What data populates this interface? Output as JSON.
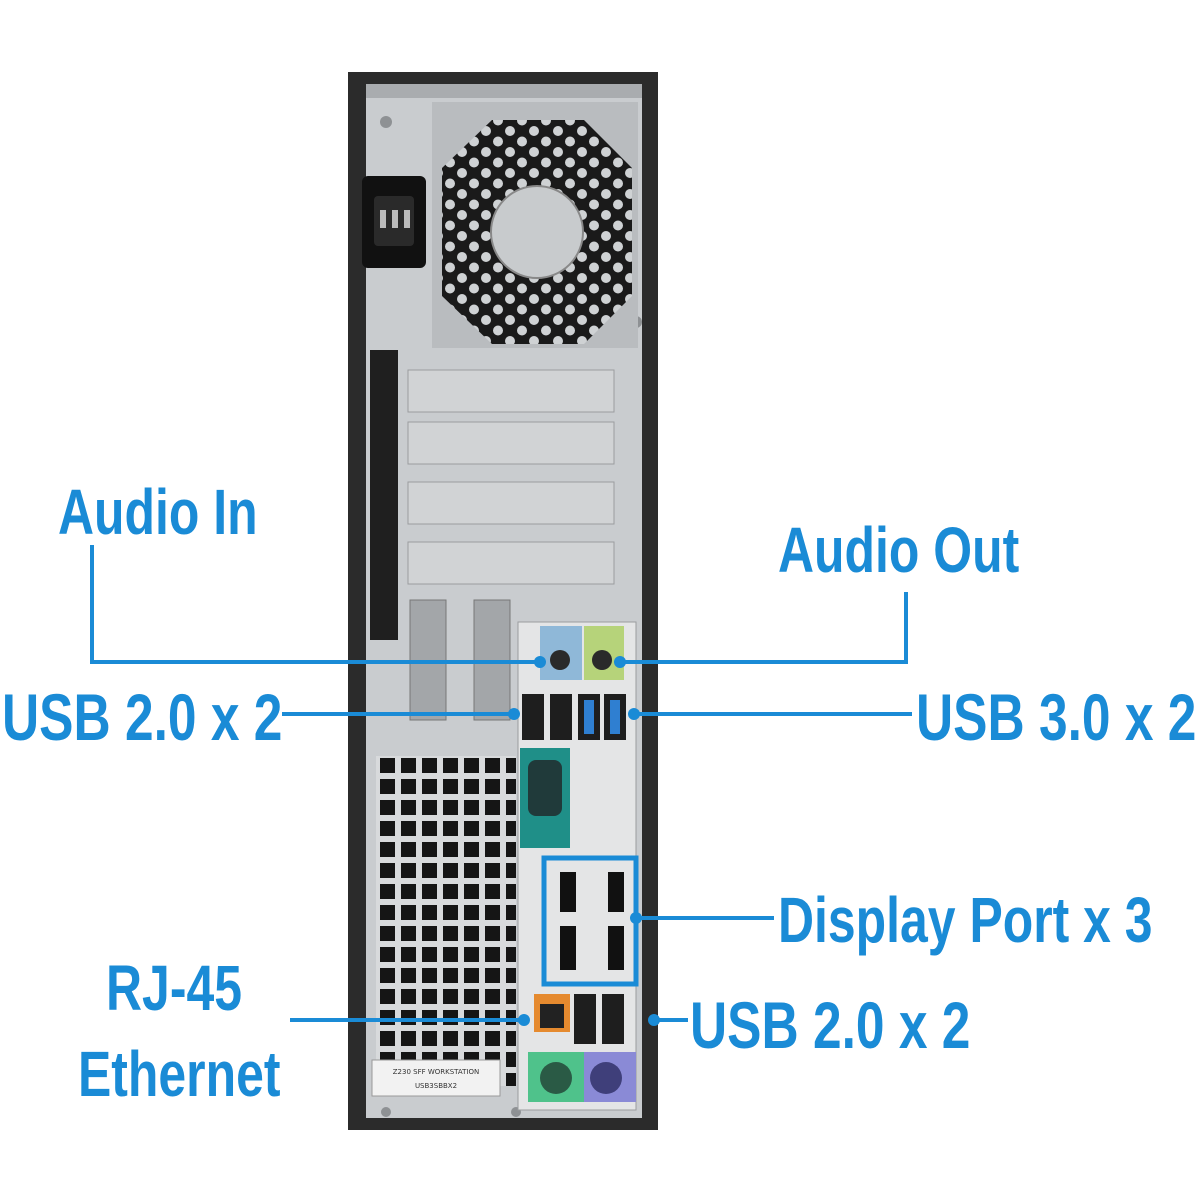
{
  "labels": {
    "audio_in": "Audio In",
    "audio_out": "Audio Out",
    "usb2_top": "USB 2.0 x 2",
    "usb3": "USB 3.0 x 2",
    "display_port": "Display Port x 3",
    "rj45": "RJ-45",
    "ethernet": "Ethernet",
    "usb2_bottom": "USB 2.0 x 2"
  },
  "device": {
    "model_text": "Z230 SFF WORKSTATION",
    "serial_text": "USB3SBBX2"
  },
  "colors": {
    "callout": "#1a8bd6",
    "chassis": "#2b2b2b",
    "panel": "#c9cccf",
    "audio_in_jack": "#8fb8d8",
    "audio_out_jack": "#b6d37a",
    "usb3_port": "#2f7fd1",
    "serial_port": "#1f8f88",
    "ps2_mouse": "#4fc28b",
    "ps2_keyboard": "#8a8ad6",
    "rj45_jack": "#e58a2f"
  }
}
